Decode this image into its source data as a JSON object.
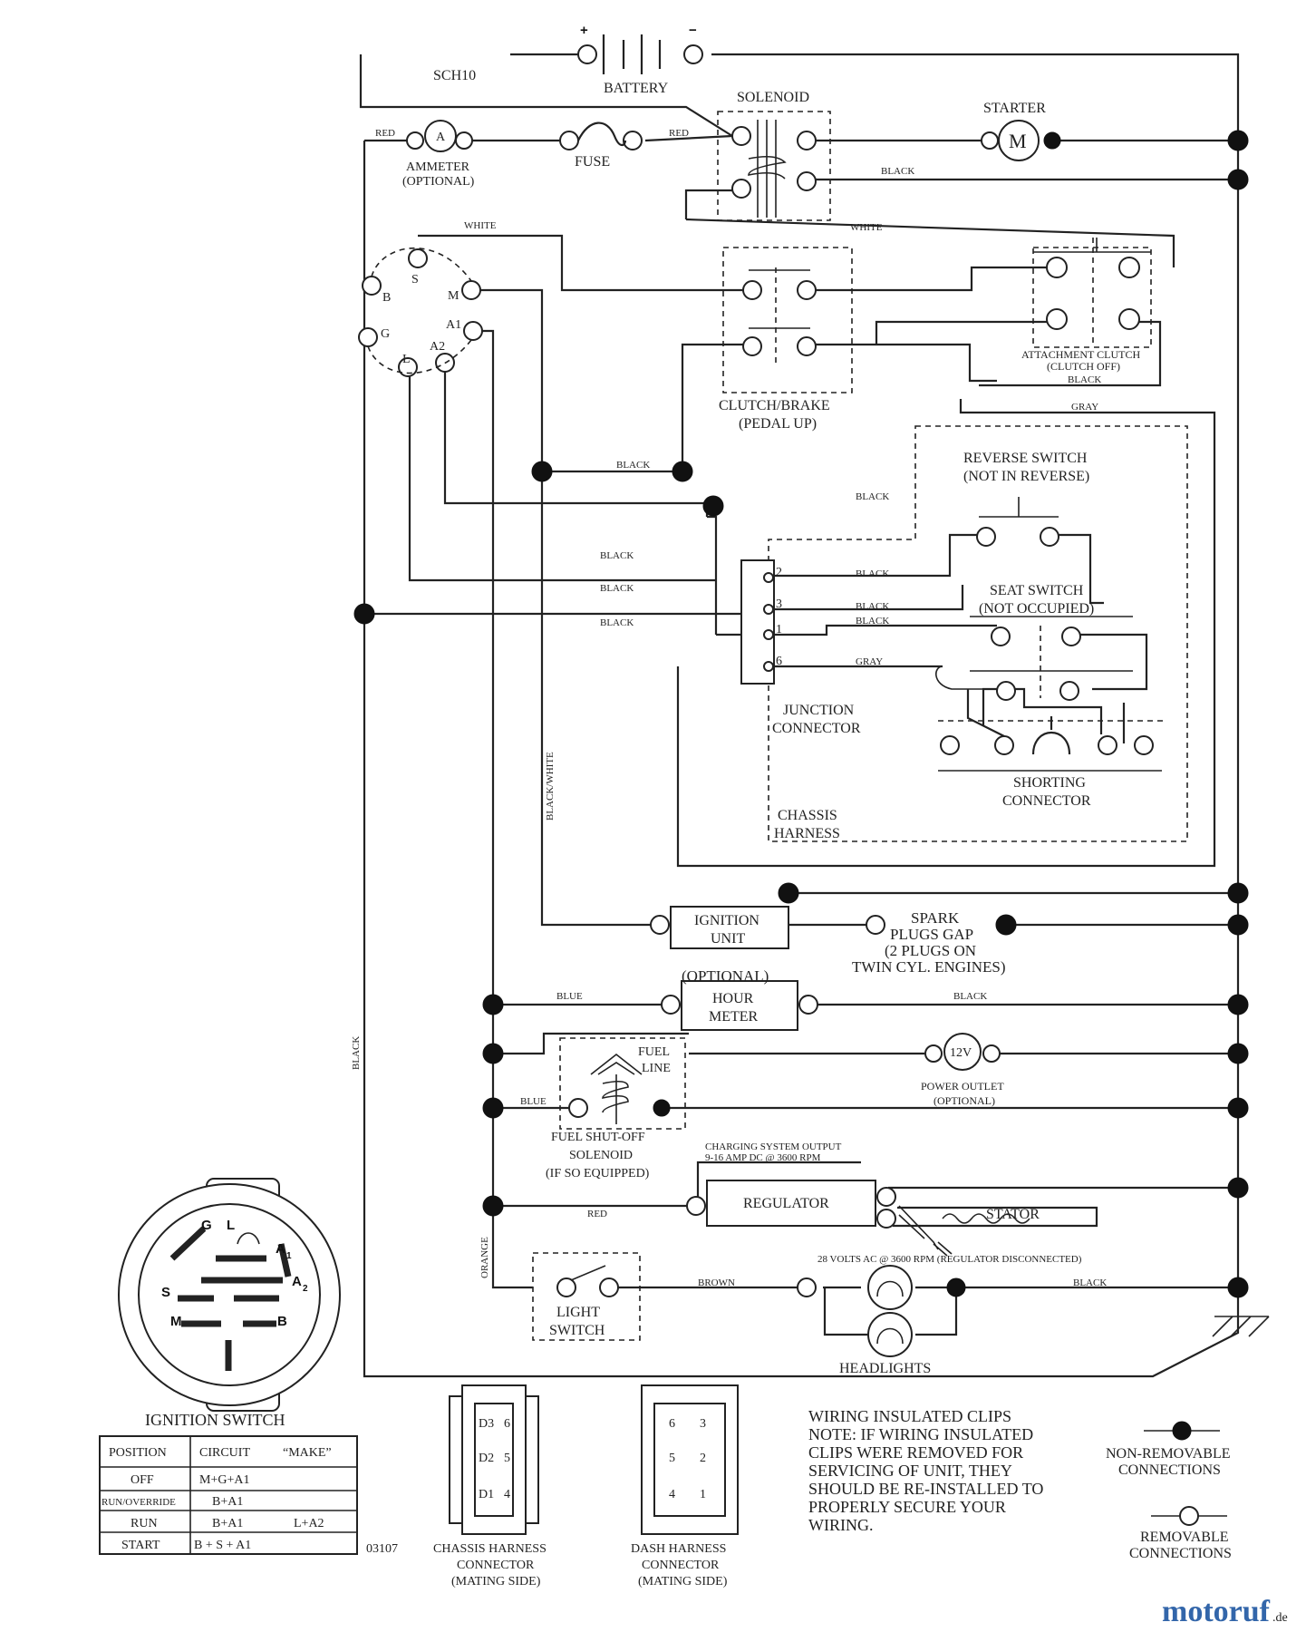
{
  "diagram_id": "SCH10",
  "drawing_number": "03107",
  "components": {
    "battery": "BATTERY",
    "battery_plus": "+",
    "battery_minus": "−",
    "solenoid": "SOLENOID",
    "starter": "STARTER",
    "starter_motor": "M",
    "ammeter": [
      "AMMETER",
      "(OPTIONAL)"
    ],
    "ammeter_symbol": "A",
    "fuse": "FUSE",
    "clutch_brake": [
      "CLUTCH/BRAKE",
      "(PEDAL UP)"
    ],
    "attachment_clutch": [
      "ATTACHMENT CLUTCH",
      "(CLUTCH OFF)"
    ],
    "reverse_switch": [
      "REVERSE SWITCH",
      "(NOT IN REVERSE)"
    ],
    "seat_switch": [
      "SEAT SWITCH",
      "(NOT OCCUPIED)"
    ],
    "junction_connector": [
      "JUNCTION",
      "CONNECTOR"
    ],
    "shorting_connector": [
      "SHORTING",
      "CONNECTOR"
    ],
    "chassis_harness": [
      "CHASSIS",
      "HARNESS"
    ],
    "ignition_unit": [
      "IGNITION",
      "UNIT"
    ],
    "spark_plugs": [
      "SPARK",
      "PLUGS GAP",
      "(2 PLUGS ON",
      "TWIN CYL. ENGINES)"
    ],
    "hour_meter_optional": "(OPTIONAL)",
    "hour_meter": [
      "HOUR",
      "METER"
    ],
    "fuel_line": [
      "FUEL",
      "LINE"
    ],
    "power_outlet": [
      "POWER OUTLET",
      "(OPTIONAL)"
    ],
    "power_outlet_symbol": "12V",
    "fuel_shutoff": [
      "FUEL SHUT-OFF",
      "SOLENOID",
      "(IF SO EQUIPPED)"
    ],
    "charging_output": [
      "CHARGING SYSTEM OUTPUT",
      "9-16 AMP DC @ 3600 RPM"
    ],
    "regulator": "REGULATOR",
    "stator": "STATOR",
    "stator_note": "28 VOLTS AC @ 3600 RPM (REGULATOR DISCONNECTED)",
    "light_switch": [
      "LIGHT",
      "SWITCH"
    ],
    "headlights": "HEADLIGHTS"
  },
  "ignition_terminals": [
    "S",
    "B",
    "M",
    "A1",
    "G",
    "L",
    "A2"
  ],
  "junction_pins": [
    "2",
    "3",
    "1",
    "6"
  ],
  "wire_labels": {
    "red": "RED",
    "black": "BLACK",
    "white": "WHITE",
    "gray": "GRAY",
    "blue": "BLUE",
    "brown": "BROWN",
    "orange": "ORANGE",
    "black_white": "BLACK/WHITE"
  },
  "ignition_switch": {
    "title": "IGNITION SWITCH",
    "face_labels": {
      "G": "G",
      "L": "L",
      "A1": "A",
      "A1_sub": "1",
      "S": "S",
      "A2": "A",
      "A2_sub": "2",
      "M": "M",
      "B": "B"
    },
    "table_headers": {
      "position": "POSITION",
      "circuit": "CIRCUIT",
      "make": "“MAKE”"
    },
    "rows": [
      {
        "position": "OFF",
        "circuit": "M+G+A1",
        "extra": ""
      },
      {
        "position": "RUN/OVERRIDE",
        "circuit": "B+A1",
        "extra": ""
      },
      {
        "position": "RUN",
        "circuit": "B+A1",
        "extra": "L+A2"
      },
      {
        "position": "START",
        "circuit": "B + S + A1",
        "extra": ""
      }
    ]
  },
  "chassis_connector": {
    "pins_left": [
      "D3",
      "D2",
      "D1"
    ],
    "pins_right": [
      "6",
      "5",
      "4"
    ],
    "caption": [
      "CHASSIS HARNESS",
      "CONNECTOR",
      "(MATING SIDE)"
    ]
  },
  "dash_connector": {
    "pins_left": [
      "6",
      "5",
      "4"
    ],
    "pins_right": [
      "3",
      "2",
      "1"
    ],
    "caption": [
      "DASH HARNESS",
      "CONNECTOR",
      "(MATING SIDE)"
    ]
  },
  "notes": {
    "title": "WIRING INSULATED CLIPS",
    "lines": [
      "NOTE:  IF WIRING INSULATED",
      "CLIPS WERE REMOVED FOR",
      "SERVICING OF UNIT, THEY",
      "SHOULD BE RE-INSTALLED TO",
      "PROPERLY SECURE YOUR",
      " WIRING."
    ]
  },
  "legend": {
    "non_removable": [
      "NON-REMOVABLE",
      "CONNECTIONS"
    ],
    "removable": [
      "REMOVABLE",
      "CONNECTIONS"
    ]
  },
  "watermark": {
    "brand": "motoruf",
    "suffix": ".de"
  }
}
